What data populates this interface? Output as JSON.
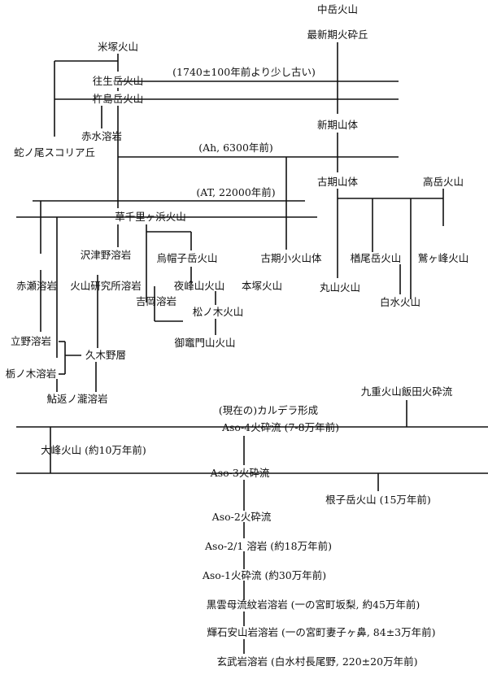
{
  "nodes": {
    "nakadake": "中岳火山",
    "saishinki": "最新期火砕丘",
    "komezuka": "米塚火山",
    "ojodake": "往生岳火山",
    "ojodake_age": "(1740±100年前より少し古い)",
    "kinezima": "杵島岳火山",
    "shinki": "新期山体",
    "akamizu": "赤水溶岩",
    "janoo": "蛇ノ尾スコリア丘",
    "ah": "(Ah, 6300年前)",
    "koki": "古期山体",
    "takadake": "高岳火山",
    "at": "(AT, 22000年前)",
    "kusasenri": "草千里ヶ浜火山",
    "sawatsuno": "沢津野溶岩",
    "eboshi": "烏帽子岳火山",
    "kokishokazan": "古期小火山体",
    "narao": "楢尾岳火山",
    "washigamine": "鷲ヶ峰火山",
    "akase": "赤瀬溶岩",
    "kazanken": "火山研究所溶岩",
    "yomine": "夜峰山火山",
    "motozuka": "本塚火山",
    "maruyama": "丸山火山",
    "yoshioka": "吉岡溶岩",
    "shiramizu": "白水火山",
    "matsunoki": "松ノ木火山",
    "gokamado": "御竈門山火山",
    "tateno": "立野溶岩",
    "kunugi": "久木野層",
    "tochinoki": "栃ノ木溶岩",
    "ayugaeri": "鮎返ノ瀧溶岩",
    "kuju": "九重火山飯田火砕流",
    "caldera": "(現在の)カルデラ形成",
    "aso4": "Aso-4火砕流 (7-8万年前)",
    "omine": "大峰火山 (約10万年前)",
    "aso3": "Aso-3火砕流",
    "nekodake": "根子岳火山 (15万年前)",
    "aso2": "Aso-2火砕流",
    "aso21": "Aso-2/1 溶岩 (約18万年前)",
    "aso1": "Aso-1火砕流 (約30万年前)",
    "kokuunmo": "黒雲母流紋岩溶岩 (一の宮町坂梨, 約45万年前)",
    "kiseki": "輝石安山岩溶岩 (一の宮町妻子ヶ鼻, 84±3万年前)",
    "genbugan": "玄武岩溶岩 (白水村長尾野, 220±20万年前)"
  }
}
